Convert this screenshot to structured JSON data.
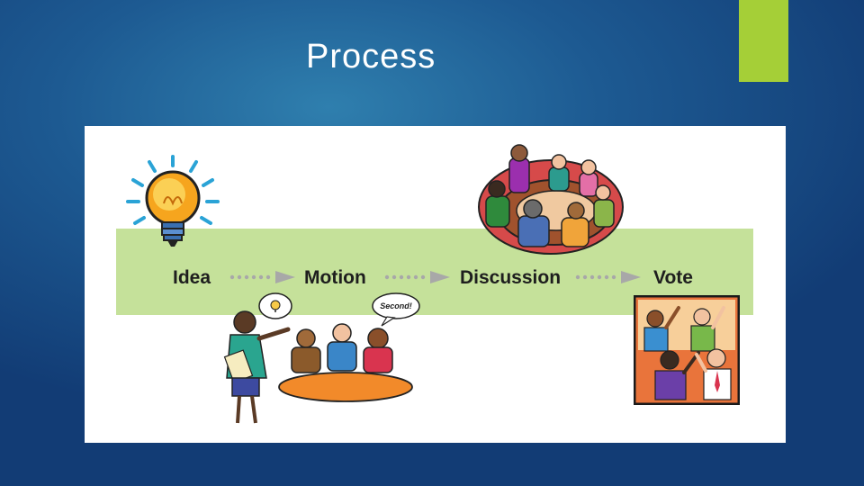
{
  "slide": {
    "title": "Process"
  },
  "colors": {
    "accent": "#a5cf37",
    "band": "#c5e19a",
    "arrow": "#a8a8a8",
    "background": "#1d5a92"
  },
  "process": {
    "steps": [
      {
        "label": "Idea"
      },
      {
        "label": "Motion"
      },
      {
        "label": "Discussion"
      },
      {
        "label": "Vote"
      }
    ],
    "speech_bubble": "Second!"
  },
  "icons": [
    "lightbulb-icon",
    "meeting-table-icon",
    "discussion-group-icon",
    "voting-hands-icon"
  ]
}
